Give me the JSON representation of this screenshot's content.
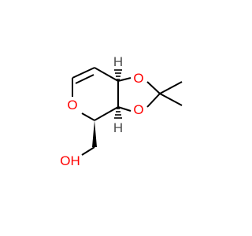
{
  "molecule": {
    "atoms": {
      "ring_oxygen": {
        "symbol": "O"
      },
      "dioxolane_oxygen_upper": {
        "symbol": "O"
      },
      "dioxolane_oxygen_lower": {
        "symbol": "O"
      },
      "hydroxyl": {
        "symbol": "OH"
      },
      "stereo_h_upper": {
        "symbol": "H"
      },
      "stereo_h_lower": {
        "symbol": "H"
      }
    },
    "colors": {
      "bond": "#000000",
      "oxygen": "#ff0000",
      "hydrogen_stereo": "#4d4d4d",
      "background": "#ffffff"
    }
  }
}
